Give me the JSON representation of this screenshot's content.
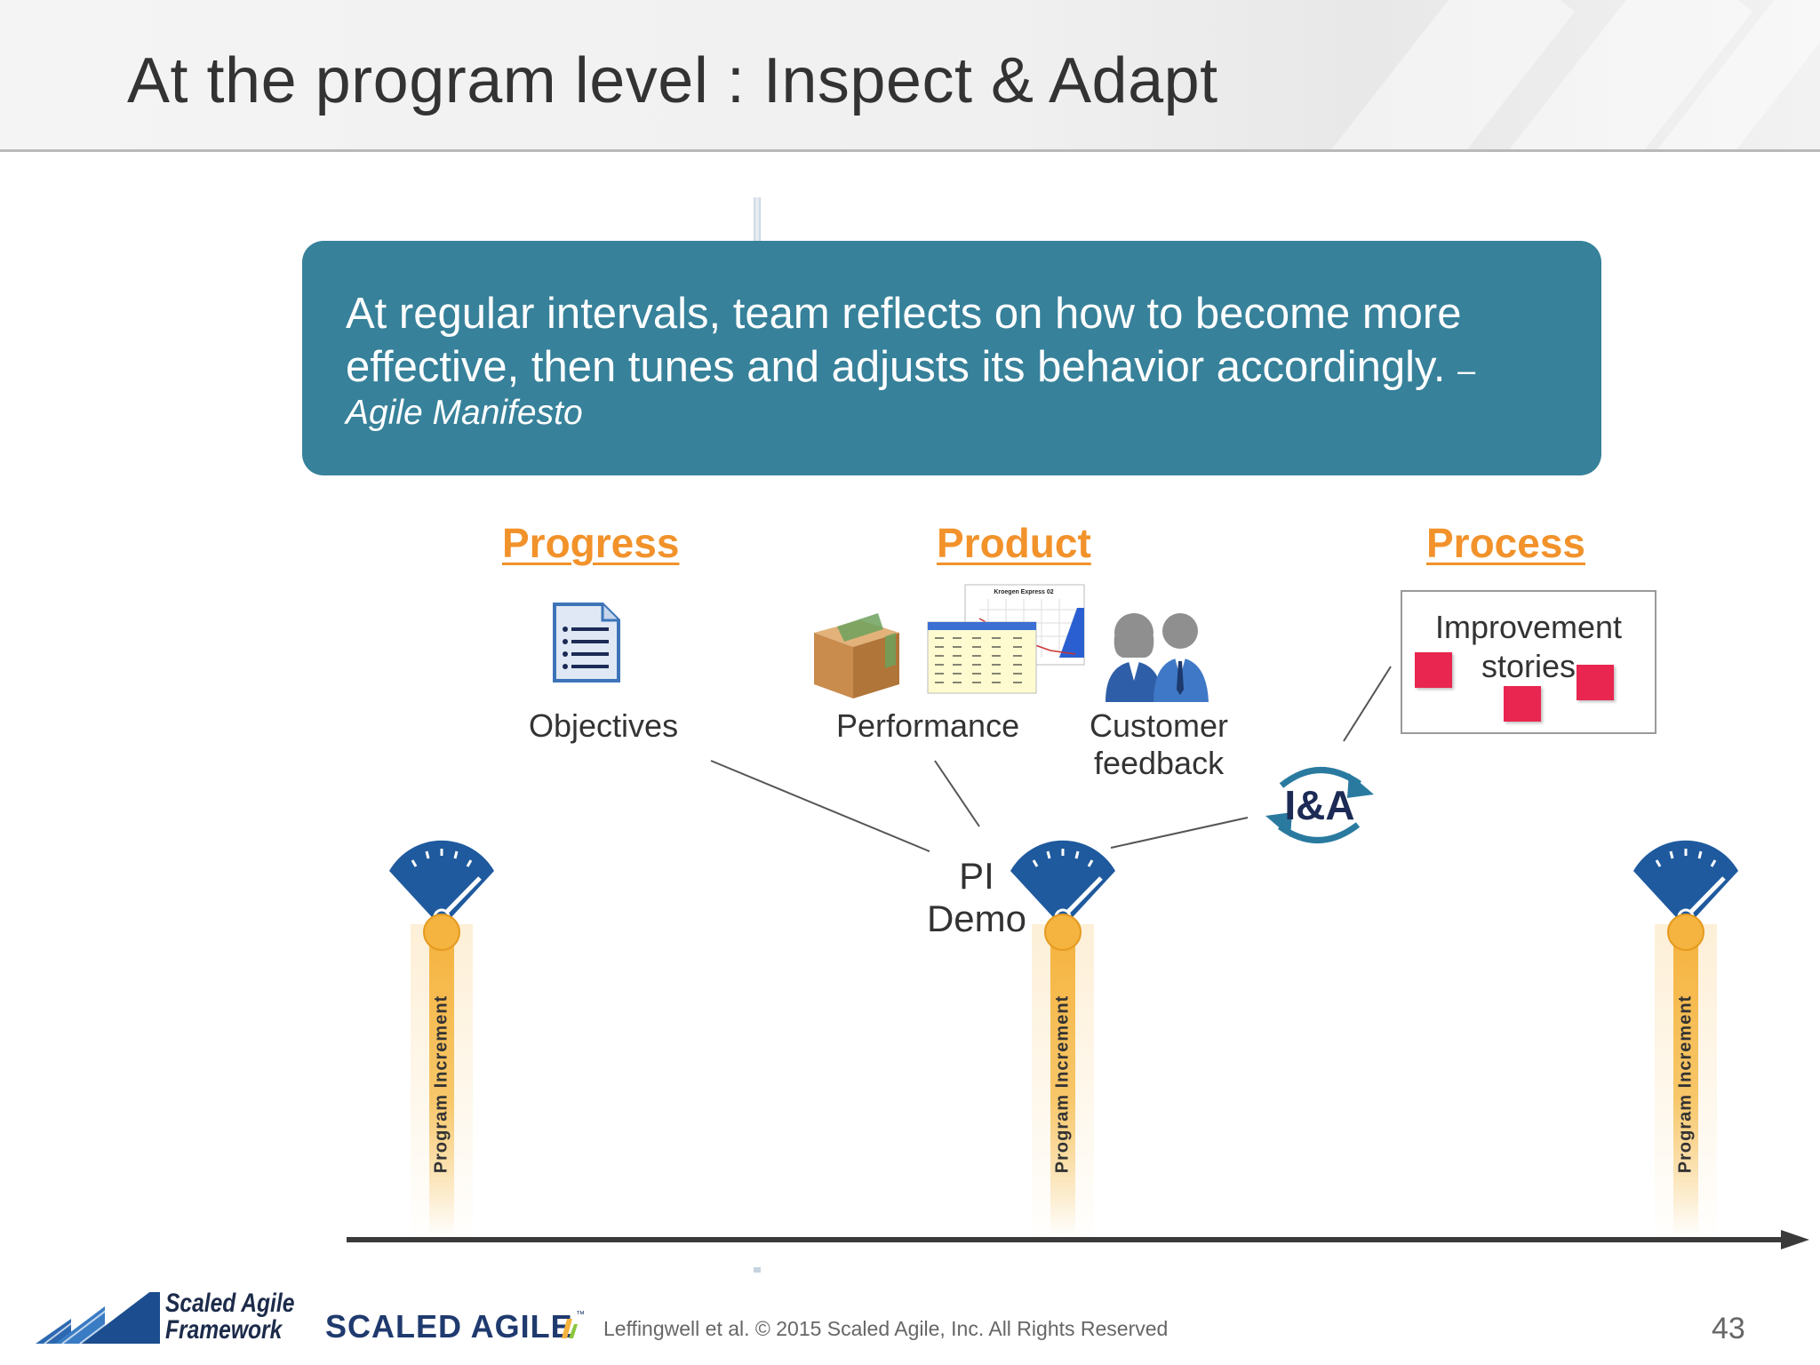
{
  "slide": {
    "title": "At the program level : Inspect & Adapt",
    "quote": {
      "text": "At regular intervals, team reflects on how to become more effective, then tunes and adjusts its behavior accordingly.",
      "dash": "–",
      "source": "Agile Manifesto"
    },
    "categories": {
      "progress": "Progress",
      "product": "Product",
      "process": "Process"
    },
    "items": {
      "objectives": "Objectives",
      "performance": "Performance",
      "customer_feedback_line1": "Customer",
      "customer_feedback_line2": "feedback",
      "improvement_line1": "Improvement",
      "improvement_line2": "stories"
    },
    "chart_thumbnail_title": "Kroegen Express 02",
    "ia_badge": "I&A",
    "pi_demo_line1": "PI",
    "pi_demo_line2": "Demo",
    "program_increment_label": "Program Increment",
    "icons": [
      "document-icon",
      "box-icon",
      "report-chart-icon",
      "customers-icon",
      "sticky-note-icon",
      "ia-cycle-icon",
      "gauge-icon",
      "timeline-arrow"
    ],
    "colors": {
      "quote_bg": "#37819a",
      "category": "#f2922b",
      "gauge": "#1f5a9e",
      "beam": "#f5b33f",
      "sticky": "#e8264f"
    }
  },
  "footer": {
    "logo_line1": "Scaled Agile",
    "logo_line2": "Framework",
    "brand": "SCALED AGILE",
    "trademark": "™",
    "copyright": "Leffingwell et al. © 2015 Scaled Agile, Inc. All Rights Reserved",
    "page_number": "43"
  }
}
